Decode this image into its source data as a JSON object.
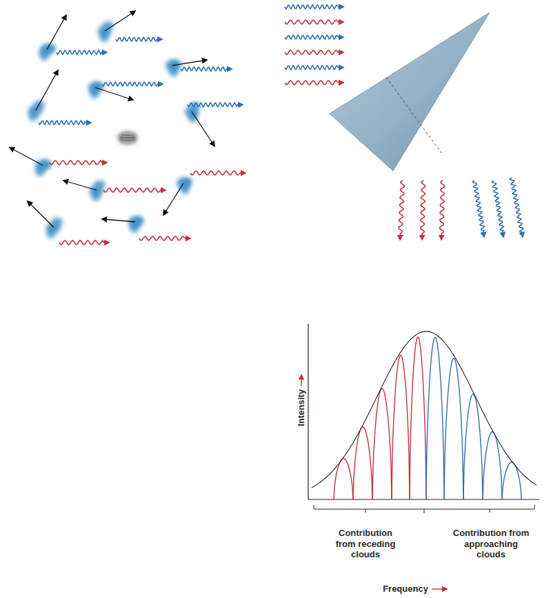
{
  "diagram": {
    "labels": [
      "Intensity",
      "Contribution from receding clouds",
      "Contribution from approaching clouds",
      "Frequency"
    ]
  }
}
